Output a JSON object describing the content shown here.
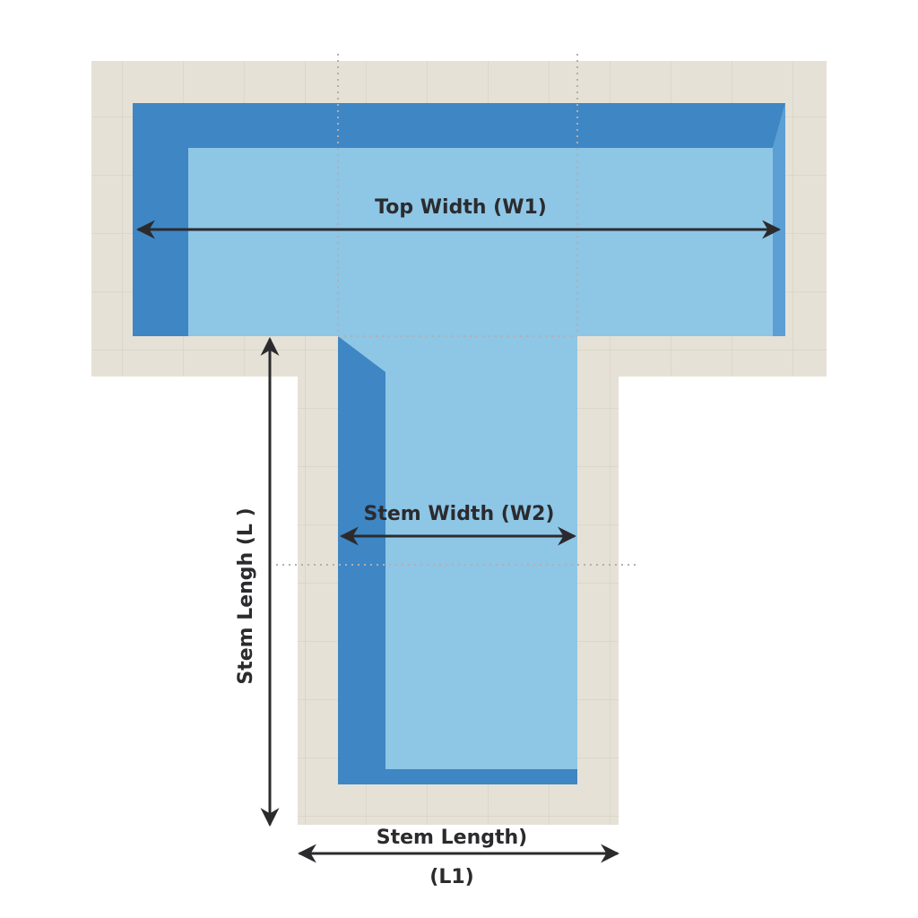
{
  "labels": {
    "top_width": "Top Width (W1)",
    "stem_width": "Stem Width (W2)",
    "stem_length_vertical": "Stem Lengh (L )",
    "stem_length_bottom_line1": "Stem Length)",
    "stem_length_bottom_line2": "(L1)"
  },
  "colors": {
    "coping": "#e6e1d6",
    "water": "#8ec6e6",
    "pool_wall": "#3f86c4",
    "arrow": "#2b2b2e",
    "guide": "#b0b0b0"
  }
}
